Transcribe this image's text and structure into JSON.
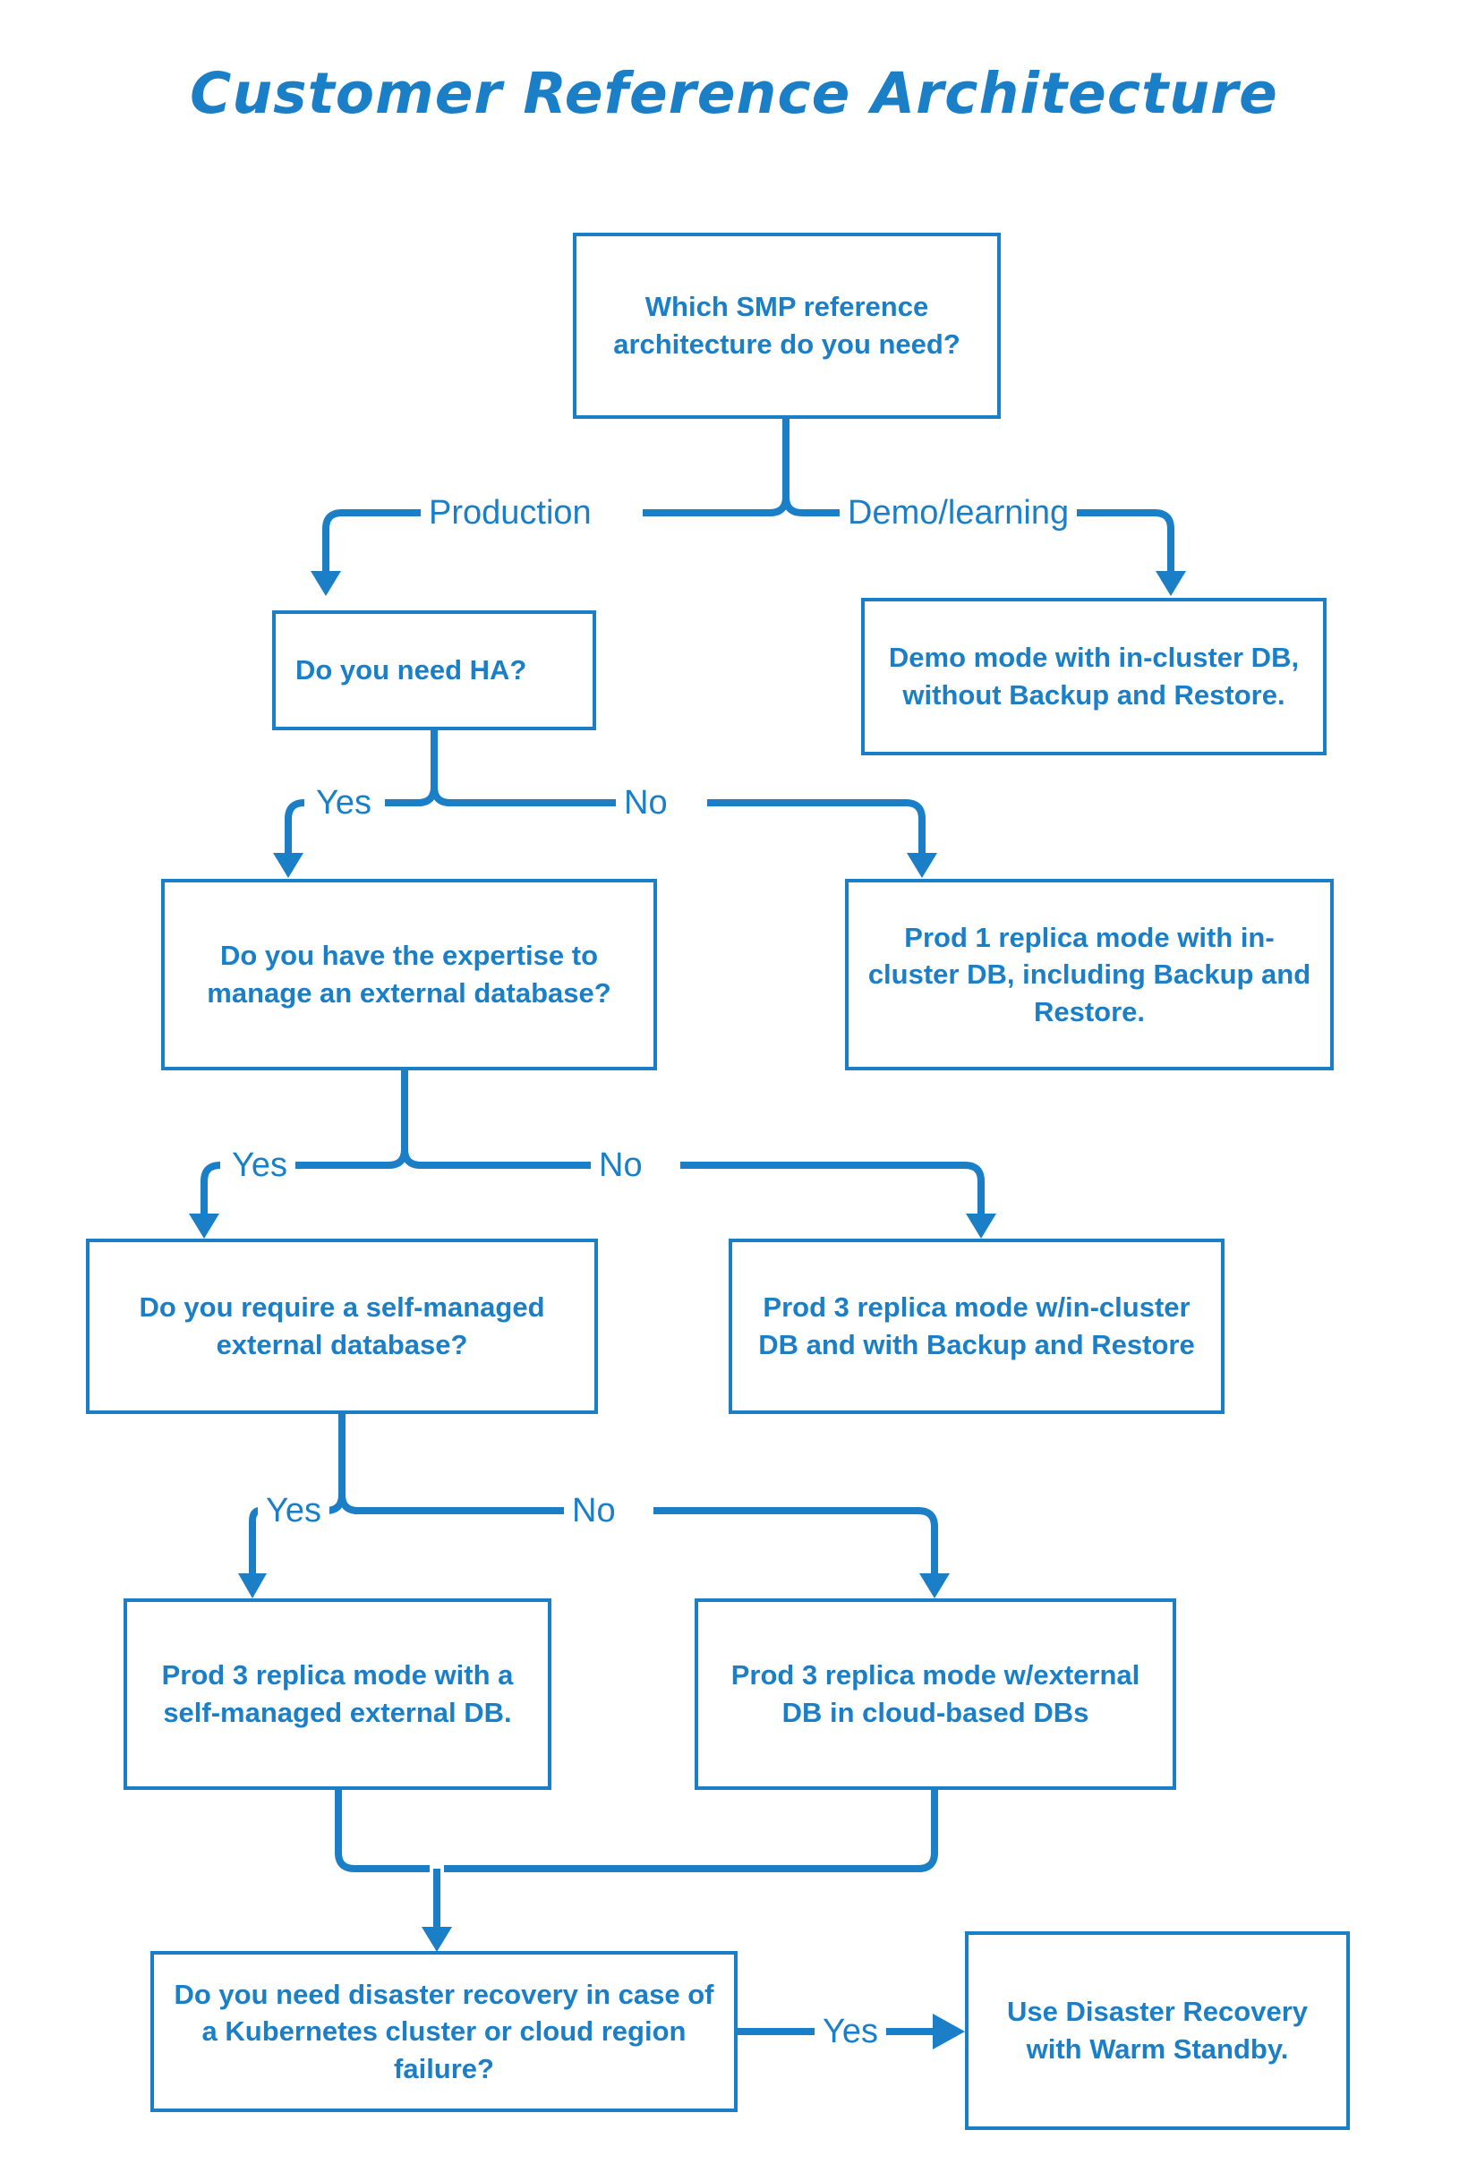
{
  "title": "Customer Reference Architecture",
  "colors": {
    "accent": "#1a7fc7",
    "background": "#ffffff"
  },
  "chart_data": {
    "type": "diagram",
    "diagram_kind": "decision-flowchart",
    "title": "Customer Reference Architecture",
    "nodes": [
      {
        "id": "q_root",
        "kind": "decision",
        "text": "Which SMP reference architecture do you need?"
      },
      {
        "id": "q_ha",
        "kind": "decision",
        "text": "Do you need HA?"
      },
      {
        "id": "out_demo",
        "kind": "outcome",
        "text": "Demo mode with in-cluster DB, without Backup and Restore."
      },
      {
        "id": "q_expertise",
        "kind": "decision",
        "text": "Do you have the expertise to manage an external database?"
      },
      {
        "id": "out_prod1",
        "kind": "outcome",
        "text": "Prod 1 replica mode with in-cluster DB, including Backup and Restore."
      },
      {
        "id": "q_selfmanaged",
        "kind": "decision",
        "text": "Do you require a self-managed external database?"
      },
      {
        "id": "out_prod3_inc",
        "kind": "outcome",
        "text": "Prod 3 replica mode w/in-cluster DB and with Backup and Restore"
      },
      {
        "id": "out_prod3_self",
        "kind": "outcome",
        "text": "Prod 3 replica mode with a self-managed external DB."
      },
      {
        "id": "out_prod3_cloud",
        "kind": "outcome",
        "text": "Prod 3 replica mode w/external DB in cloud-based DBs"
      },
      {
        "id": "q_dr",
        "kind": "decision",
        "text": "Do you need disaster recovery in case of a Kubernetes cluster or cloud region failure?"
      },
      {
        "id": "out_dr",
        "kind": "outcome",
        "text": "Use Disaster Recovery with Warm Standby."
      }
    ],
    "edges": [
      {
        "from": "q_root",
        "to": "q_ha",
        "label": "Production"
      },
      {
        "from": "q_root",
        "to": "out_demo",
        "label": "Demo/learning"
      },
      {
        "from": "q_ha",
        "to": "q_expertise",
        "label": "Yes"
      },
      {
        "from": "q_ha",
        "to": "out_prod1",
        "label": "No"
      },
      {
        "from": "q_expertise",
        "to": "q_selfmanaged",
        "label": "Yes"
      },
      {
        "from": "q_expertise",
        "to": "out_prod3_inc",
        "label": "No"
      },
      {
        "from": "q_selfmanaged",
        "to": "out_prod3_self",
        "label": "Yes"
      },
      {
        "from": "q_selfmanaged",
        "to": "out_prod3_cloud",
        "label": "No"
      },
      {
        "from": "out_prod3_self",
        "to": "q_dr",
        "label": ""
      },
      {
        "from": "out_prod3_cloud",
        "to": "q_dr",
        "label": ""
      },
      {
        "from": "q_dr",
        "to": "out_dr",
        "label": "Yes"
      }
    ]
  },
  "nodes": {
    "q_root": {
      "text": "Which SMP reference architecture do you need?"
    },
    "q_ha": {
      "text": "Do you need HA?"
    },
    "out_demo": {
      "text": "Demo mode with in-cluster DB, without Backup and Restore."
    },
    "q_expertise": {
      "text": "Do you have the expertise to manage an external database?"
    },
    "out_prod1": {
      "text": "Prod 1 replica mode with in-cluster DB, including Backup and Restore."
    },
    "q_selfmanaged": {
      "text": "Do you require a self-managed external database?"
    },
    "out_prod3_inc": {
      "text": "Prod 3 replica mode w/in-cluster DB and with Backup and Restore"
    },
    "out_prod3_self": {
      "text": "Prod 3 replica mode with a self-managed external DB."
    },
    "out_prod3_cloud": {
      "text": "Prod 3 replica mode w/external DB in cloud-based DBs"
    },
    "q_dr": {
      "text": "Do you need disaster recovery in case of a Kubernetes cluster or cloud region failure?"
    },
    "out_dr": {
      "text": "Use Disaster Recovery with Warm Standby."
    }
  },
  "edge_labels": {
    "production": "Production",
    "demo_learning": "Demo/learning",
    "ha_yes": "Yes",
    "ha_no": "No",
    "expertise_yes": "Yes",
    "expertise_no": "No",
    "selfmanaged_yes": "Yes",
    "selfmanaged_no": "No",
    "dr_yes": "Yes"
  }
}
